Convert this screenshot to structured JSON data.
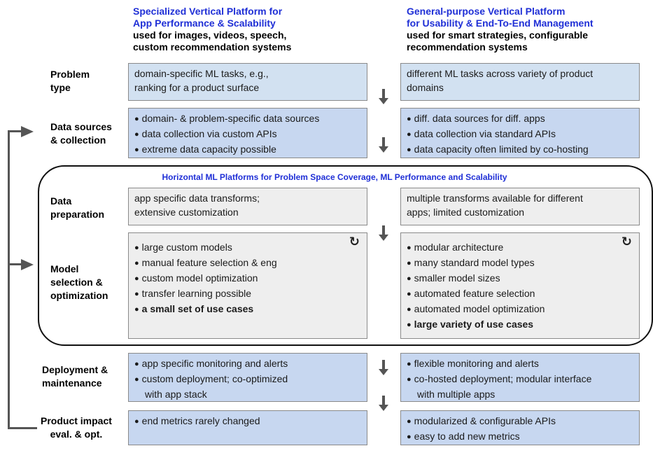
{
  "columns": {
    "left": {
      "title_line1": "Specialized Vertical Platform for",
      "title_line2": "App Performance & Scalability",
      "sub_line1": "used for images, videos, speech,",
      "sub_line2": "custom recommendation systems"
    },
    "right": {
      "title_line1": "General-purpose Vertical Platform",
      "title_line2": "for Usability & End-To-End Management",
      "sub_line1": "used for smart strategies, configurable",
      "sub_line2": "recommendation systems"
    }
  },
  "horizontal_title": "Horizontal ML Platforms for Problem Space Coverage, ML Performance and Scalability",
  "rows": {
    "problem": {
      "label_1": "Problem",
      "label_2": "type",
      "left": [
        "domain-specific ML tasks, e.g.,",
        "ranking for a product surface"
      ],
      "right": [
        "different ML tasks across variety of product",
        "domains"
      ]
    },
    "data_sources": {
      "label_1": "Data sources",
      "label_2": "& collection",
      "left": [
        "domain- & problem-specific data sources",
        "data collection via custom APIs",
        "extreme data capacity possible"
      ],
      "right": [
        "diff. data sources for diff. apps",
        "data collection via standard APIs",
        "data capacity often limited by co-hosting"
      ]
    },
    "data_prep": {
      "label_1": "Data",
      "label_2": "preparation",
      "left": [
        "app specific data transforms;",
        "extensive customization"
      ],
      "right": [
        "multiple transforms available for different",
        "apps; limited customization"
      ]
    },
    "model": {
      "label_1": "Model",
      "label_2": "selection &",
      "label_3": "optimization",
      "left": [
        "large custom models",
        "manual feature selection & eng",
        "custom model optimization",
        "transfer learning possible",
        "a small set of use cases"
      ],
      "right": [
        "modular architecture",
        "many standard model types",
        "smaller model sizes",
        "automated feature selection",
        "automated model optimization",
        "large variety of use cases"
      ]
    },
    "deployment": {
      "label_1": "Deployment &",
      "label_2": "maintenance",
      "left": [
        "app specific monitoring and alerts",
        "custom deployment; co-optimized",
        "with app stack"
      ],
      "right": [
        "flexible monitoring and alerts",
        "co-hosted deployment; modular interface",
        "with multiple apps"
      ]
    },
    "impact": {
      "label_1": "Product impact",
      "label_2": "eval. & opt.",
      "left": [
        "end metrics rarely changed"
      ],
      "right": [
        "modularized & configurable APIs",
        "easy to add new metrics"
      ]
    }
  },
  "icons": {
    "cycle": "cycle-icon",
    "arrow": "down-arrow-icon"
  }
}
